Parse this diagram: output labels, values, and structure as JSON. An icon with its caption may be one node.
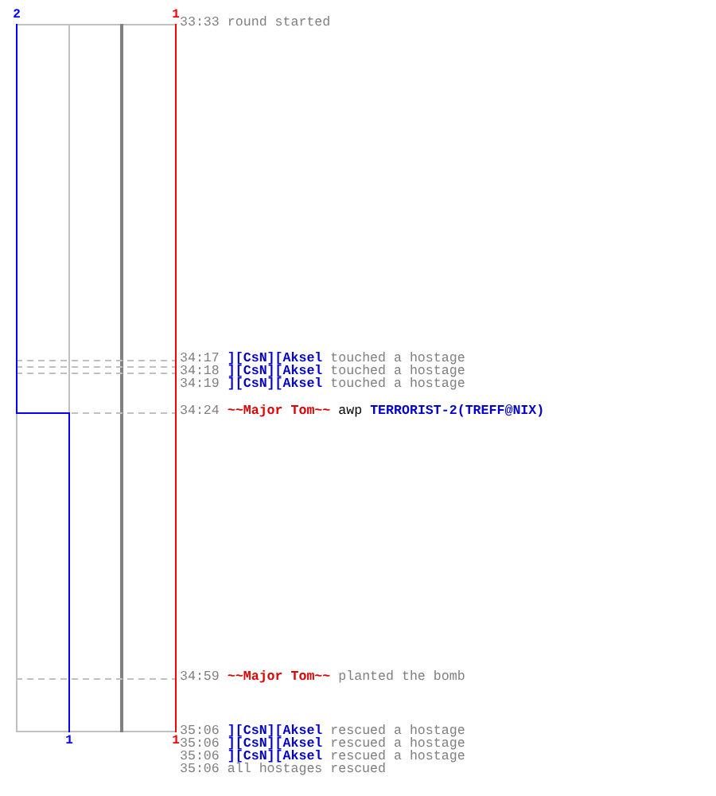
{
  "diagram": {
    "labels": [
      "2",
      "1",
      "33:33",
      "round started",
      "34:17",
      "][CsN][Aksel",
      "touched a hostage",
      "34:18",
      "][CsN][Aksel",
      "touched a hostage",
      "34:19",
      "][CsN][Aksel",
      "touched a hostage",
      "34:24",
      "~~Major Tom~~",
      "awp",
      "TERRORIST-2(TREFF@NIX)",
      "34:59",
      "~~Major Tom~~",
      "planted the bomb",
      "1",
      "1",
      "35:06",
      "][CsN][Aksel",
      "rescued a hostage",
      "35:06",
      "][CsN][Aksel",
      "rescued a hostage",
      "35:06",
      "][CsN][Aksel",
      "rescued a hostage",
      "35:06",
      "all hostages rescued"
    ]
  }
}
